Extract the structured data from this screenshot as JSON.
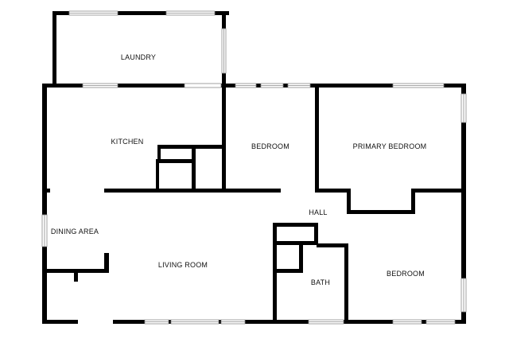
{
  "colors": {
    "wall": "#000000",
    "background": "#ffffff",
    "window": "#8a8a8a"
  },
  "rooms": {
    "laundry": "LAUNDRY",
    "kitchen": "KITCHEN",
    "bedroom_top": "BEDROOM",
    "primary_bedroom": "PRIMARY BEDROOM",
    "hall": "HALL",
    "dining_area": "DINING AREA",
    "living_room": "LIVING ROOM",
    "bath": "BATH",
    "bedroom_bottom": "BEDROOM"
  }
}
